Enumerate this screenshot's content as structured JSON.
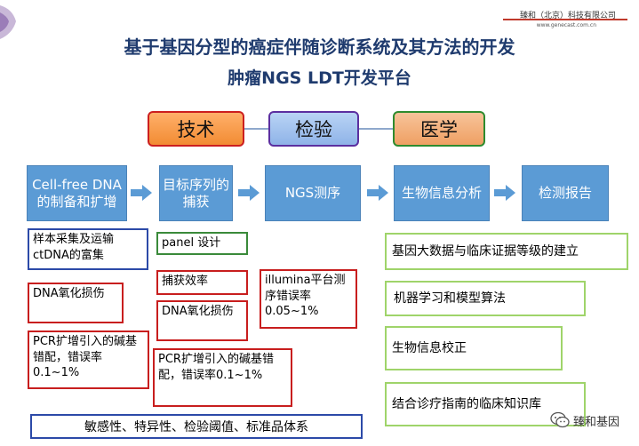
{
  "header": {
    "company": "臻和（北京）科技有限公司",
    "url": "www.genecast.com.cn",
    "title": "基于基因分型的癌症伴随诊断系统及其方法的开发",
    "subtitle": "肿瘤NGS LDT开发平台"
  },
  "categories": {
    "tech": "技术",
    "test": "检验",
    "med": "医学"
  },
  "process": {
    "step1": "Cell-free DNA的制备和扩增",
    "step2": "目标序列的捕获",
    "step3": "NGS测序",
    "step4": "生物信息分析",
    "step5": "检测报告"
  },
  "notes": {
    "sample_collection": "样本采集及运输ctDNA的富集",
    "dna_oxidation_1": "DNA氧化损伤",
    "pcr_mismatch_1": "PCR扩增引入的碱基错配，错误率0.1~1%",
    "panel_design": "panel 设计",
    "capture_efficiency": "捕获效率",
    "dna_oxidation_2": "DNA氧化损伤",
    "pcr_mismatch_2": "PCR扩增引入的碱基错配，错误率0.1~1%",
    "illumina_error": "illumina平台测序错误率0.05~1%",
    "big_data": "基因大数据与临床证据等级的建立",
    "machine_learning": "机器学习和模型算法",
    "bioinfo_correction": "生物信息校正",
    "guideline_kb": "结合诊疗指南的临床知识库",
    "qc_system": "敏感性、特异性、检验阈值、标准品体系"
  },
  "footer": {
    "wechat_name": "臻和基因"
  },
  "colors": {
    "title": "#1f3b6e",
    "process_fill": "#5b9bd5",
    "red_border": "#c81e1e",
    "blue_border": "#2c4aa8",
    "green_border": "#3a8a3a",
    "light_green_border": "#9fd46a"
  }
}
